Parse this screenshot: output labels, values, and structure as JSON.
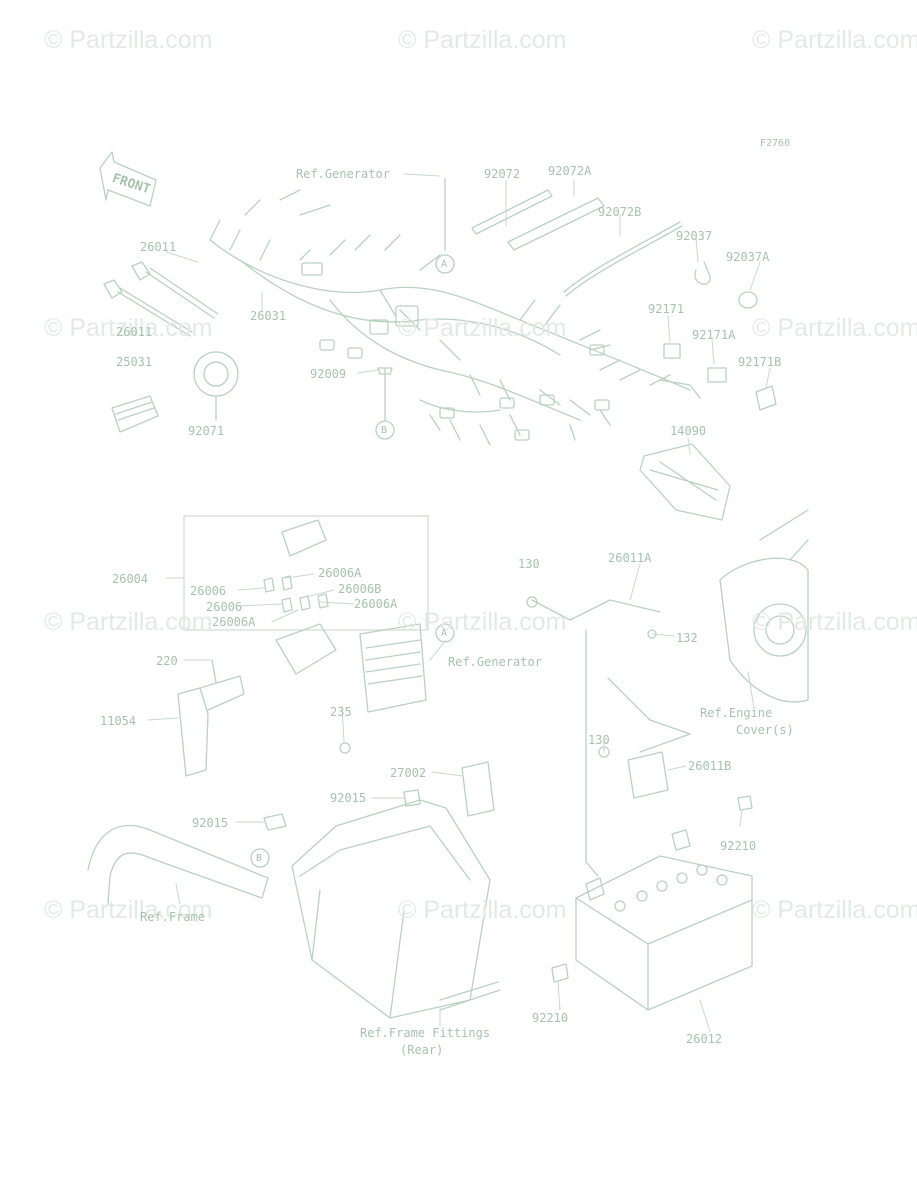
{
  "watermark": "© Partzilla.com",
  "figure_code": "F2760",
  "front_arrow": "FRONT",
  "markers": {
    "a": "A",
    "b": "B"
  },
  "labels": {
    "ref_generator_top": "Ref.Generator",
    "p92072": "92072",
    "p92072A": "92072A",
    "p92072B": "92072B",
    "p92037": "92037",
    "p92037A": "92037A",
    "p26011": "26011",
    "p26011_lower": "26011",
    "p26031": "26031",
    "p92171": "92171",
    "p92171A": "92171A",
    "p92171B": "92171B",
    "p25031": "25031",
    "p92009": "92009",
    "p92071": "92071",
    "p14090": "14090",
    "p26004": "26004",
    "p26006_1": "26006",
    "p26006A_1": "26006A",
    "p26006B": "26006B",
    "p26006_2": "26006",
    "p26006A_2": "26006A",
    "p26006A_3": "26006A",
    "p130_top": "130",
    "p26011A": "26011A",
    "p132": "132",
    "p220": "220",
    "ref_generator_mid": "Ref.Generator",
    "p11054": "11054",
    "p235": "235",
    "ref_engine_cover_1": "Ref.Engine",
    "ref_engine_cover_2": "Cover(s)",
    "p130_mid": "130",
    "p26011B": "26011B",
    "p27002": "27002",
    "p92015_1": "92015",
    "p92015_2": "92015",
    "p92210_right": "92210",
    "ref_frame": "Ref.Frame",
    "ref_frame_fittings_1": "Ref.Frame Fittings",
    "ref_frame_fittings_2": "(Rear)",
    "p92210_bottom": "92210",
    "p26012": "26012"
  }
}
